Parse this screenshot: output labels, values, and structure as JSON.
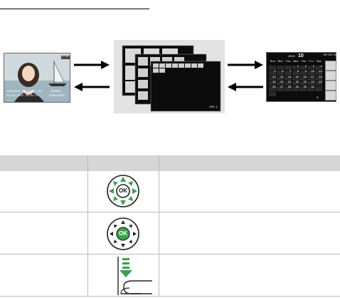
{
  "title": "",
  "single_frame_screen": {
    "info_line_1": "100D5100 DSC_0001.JPG",
    "info_line_2": "15/10/2015 10:02:27",
    "info_right_1": "NORMAL",
    "info_right_2": "6000x4000",
    "badge": "1/12"
  },
  "thumbnail_screen": {
    "counter": "100-1"
  },
  "calendar_screen": {
    "year": "2015",
    "month": "10",
    "days": [
      "Sun",
      "Mon",
      "Tue",
      "Wed",
      "Thu",
      "Fri",
      "Sat"
    ],
    "date_label": "10/10/15",
    "counter": "3",
    "numbers": [
      "",
      "",
      "",
      "1",
      "2",
      "3",
      "4",
      "5",
      "6",
      "7",
      "8",
      "9",
      "10",
      "11",
      "12",
      "13",
      "14",
      "15",
      "16",
      "17",
      "18",
      "19",
      "20",
      "21",
      "22",
      "23",
      "24",
      "25",
      "26",
      "27",
      "28",
      "29",
      "30",
      "31",
      "",
      ""
    ]
  },
  "table": {
    "headers": [
      "",
      "",
      ""
    ],
    "rows": [
      {
        "label": "",
        "description": ""
      },
      {
        "label": "",
        "description": ""
      },
      {
        "label": "",
        "description": ""
      }
    ],
    "ok_label": "OK"
  },
  "colors": {
    "accent_green": "#3aa24a",
    "table_header": "#d6d6d6",
    "panel_gray": "#e3e3e3"
  }
}
